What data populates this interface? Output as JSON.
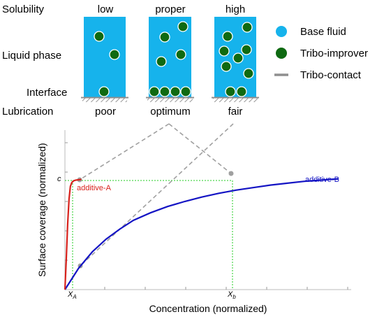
{
  "top_panel": {
    "row_labels": {
      "solubility": "Solubility",
      "liquid_phase": "Liquid phase",
      "interface": "Interface",
      "lubrication": "Lubrication"
    },
    "columns": [
      {
        "solubility": "low",
        "lubrication": "poor"
      },
      {
        "solubility": "proper",
        "lubrication": "optimum"
      },
      {
        "solubility": "high",
        "lubrication": "fair"
      }
    ]
  },
  "legend": {
    "items": [
      {
        "label": "Base fluid",
        "color": "#16b3ec",
        "shape": "circle"
      },
      {
        "label": "Tribo-improver",
        "color": "#0f6a12",
        "shape": "circle"
      },
      {
        "label": "Tribo-contact",
        "color": "#8f8f8f",
        "shape": "line"
      }
    ]
  },
  "chart_data": {
    "type": "line",
    "title": "",
    "xlabel": "Concentration (normalized)",
    "ylabel": "Surface coverage (normalized)",
    "y_marker_label": "c",
    "x_marker_labels": {
      "a": "X",
      "a_sub": "A",
      "b": "X",
      "b_sub": "b"
    },
    "grid": false,
    "colors": {
      "additive-A": "#d8221c",
      "additive-B": "#1414c4",
      "guide": "#22cc22",
      "connector": "#a0a0a0"
    },
    "series": [
      {
        "name": "additive-A",
        "x": [
          0.0,
          0.02,
          0.04,
          0.06,
          0.08,
          0.1,
          0.13,
          0.16,
          0.2,
          0.24
        ],
        "y": [
          0.0,
          0.25,
          0.52,
          0.72,
          0.82,
          0.85,
          0.865,
          0.87,
          0.872,
          0.875
        ]
      },
      {
        "name": "additive-B",
        "x": [
          0.0,
          0.2,
          0.4,
          0.6,
          0.8,
          1.0,
          1.25,
          1.5,
          1.75,
          2.0,
          2.25,
          2.5,
          2.75,
          3.0,
          3.25,
          3.5,
          3.75,
          4.0
        ],
        "y": [
          0.0,
          0.17,
          0.3,
          0.4,
          0.48,
          0.55,
          0.61,
          0.66,
          0.7,
          0.735,
          0.765,
          0.79,
          0.81,
          0.83,
          0.845,
          0.86,
          0.87,
          0.88
        ]
      }
    ]
  }
}
